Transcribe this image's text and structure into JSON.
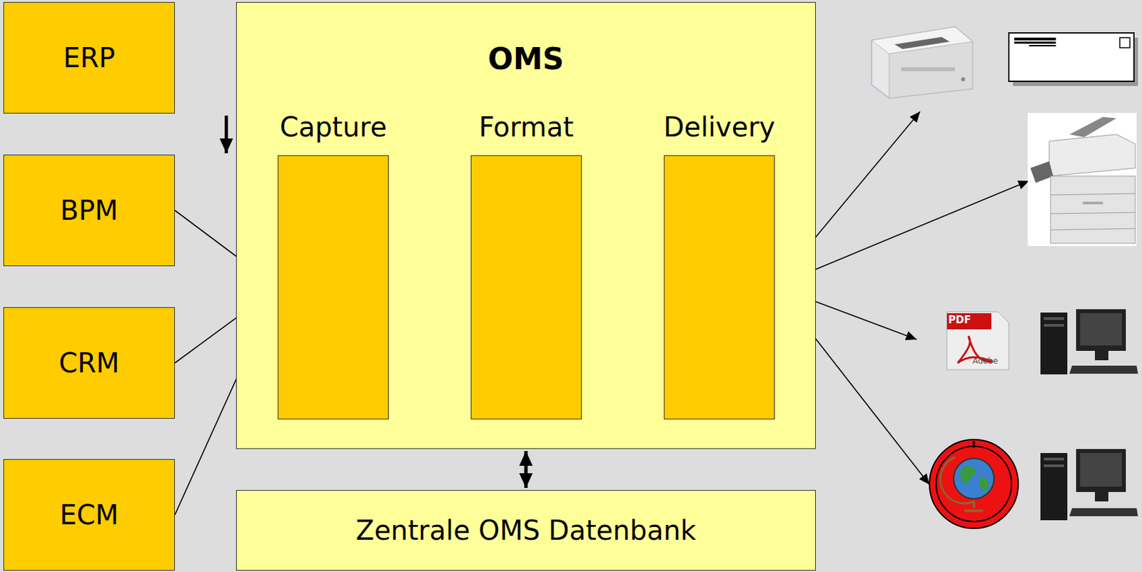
{
  "diagram": {
    "nodes": [
      {
        "text": [
          "ERP"
        ]
      },
      {
        "text": [
          "BPM"
        ]
      },
      {
        "text": [
          "CRM"
        ]
      },
      {
        "text": [
          "ECM"
        ]
      },
      {
        "text": [
          "OMS"
        ]
      },
      {
        "text": [
          "Capture"
        ],
        "in": 4
      },
      {
        "text": [
          "Format"
        ],
        "in": 4
      },
      {
        "text": [
          "Delivery"
        ],
        "in": 4
      },
      {
        "text": [
          "Zentrale OMS Datenbank"
        ]
      }
    ],
    "edges": [
      {
        "from": 0,
        "to": 5,
        "arrow": "to"
      },
      {
        "from": 1,
        "to": 5,
        "arrow": "to"
      },
      {
        "from": 2,
        "to": 5,
        "arrow": "to"
      },
      {
        "from": 3,
        "to": 5,
        "arrow": "to"
      },
      {
        "from": 5,
        "to": 6,
        "arrow": "to"
      },
      {
        "from": 6,
        "to": 7,
        "arrow": "to"
      },
      {
        "from": 4,
        "to": 8,
        "arrow": "both"
      }
    ],
    "labels": [
      "PDF",
      "Adobe"
    ]
  }
}
